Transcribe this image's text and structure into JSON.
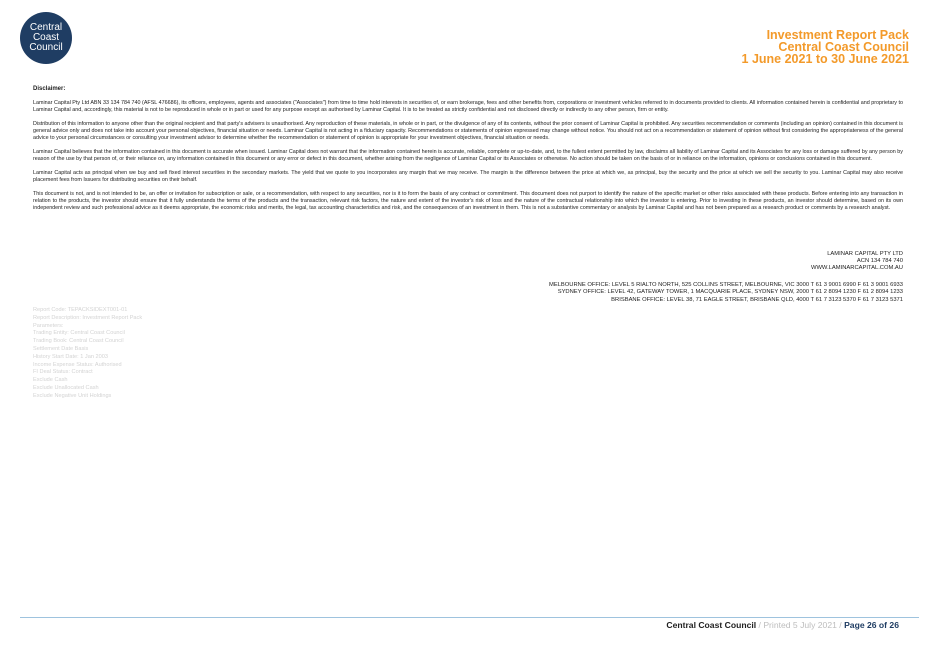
{
  "logo": {
    "line1": "Central",
    "line2": "Coast",
    "line3": "Council"
  },
  "header": {
    "title": "Investment Report Pack",
    "council": "Central Coast Council",
    "period": "1 June 2021 to 30 June 2021"
  },
  "disclaimer": {
    "title": "Disclaimer:",
    "paragraphs": [
      "Laminar Capital Pty Ltd ABN 33 134 784 740 (AFSL 476686), its officers, employees, agents and associates (\"Associates\") from time to time hold interests in securities of, or earn brokerage, fees and other benefits from, corporations or investment vehicles referred to in documents provided to clients. All information contained herein is confidential and proprietary to Laminar Capital and, accordingly, this material is not to be reproduced in whole or in part or used for any purpose except as authorised by Laminar Capital. It is to be treated as strictly confidential and not disclosed directly or indirectly to any other person, firm or entity.",
      "Distribution of this information to anyone other than the original recipient and that party's advisers is unauthorised. Any reproduction of these materials, in whole or in part, or the divulgence of any of its contents, without the prior consent of Laminar Capital is prohibited. Any securities recommendation or comments (including an opinion) contained in this document is general advice only and does not take into account your personal objectives, financial situation or needs. Laminar Capital is not acting in a fiduciary capacity. Recommendations or statements of opinion expressed may change without notice. You should not act on a recommendation or statement of opinion without first considering the appropriateness of the general advice to your personal circumstances or consulting your investment advisor to determine whether the recommendation or statement of opinion is appropriate for your investment objectives, financial situation or needs.",
      "Laminar Capital believes that the information contained in this document is accurate when issued. Laminar Capital does not warrant that the information contained herein is accurate, reliable, complete or up-to-date, and, to the fullest extent permitted by law, disclaims all liability of Laminar Capital and its Associates for any loss or damage suffered by any person by reason of the use by that person of, or their reliance on, any information contained in this document or any error or defect in this document, whether arising from the negligence of Laminar Capital or its Associates or otherwise. No action should be taken on the basis of or in reliance on the information, opinions or conclusions contained in this document.",
      "Laminar Capital acts as principal when we buy and sell fixed interest securities in the secondary markets. The yield that we quote to you incorporates any margin that we may receive. The margin is the difference between the price at which we, as principal, buy the security and the price at which we sell the security to you. Laminar Capital may also receive placement fees from Issuers for distributing securities on their behalf.",
      "This document is not, and is not intended to be, an offer or invitation for subscription or sale, or a recommendation, with respect to any securities, nor is it to form the basis of any contract or commitment. This document does not purport to identify the nature of the specific market or other risks associated with these products. Before entering into any transaction in relation to the products, the investor should ensure that it fully understands the terms of the products and the transaction, relevant risk factors, the nature and extent of the investor's risk of loss and the nature of the contractual relationship into which the investor is entering. Prior to investing in these products, an investor should determine, based on its own independent review and such professional advice as it deems appropriate, the economic risks and merits, the legal, tax accounting characteristics and risk, and the consequences of an investment in them. This is not a substantive commentary or analysis by Laminar Capital and has not been prepared as a research product or comments by a research analyst."
    ]
  },
  "company": {
    "name": "LAMINAR CAPITAL PTY LTD",
    "acn": "ACN 134 784 740",
    "website": "WWW.LAMINARCAPITAL.COM.AU"
  },
  "offices": [
    "MELBOURNE OFFICE: LEVEL 5 RIALTO NORTH, 525 COLLINS STREET, MELBOURNE, VIC 3000 T 61 3 9001 6990 F 61 3 9001 6933",
    "SYDNEY OFFICE: LEVEL 42, GATEWAY TOWER, 1 MACQUARIE PLACE, SYDNEY NSW, 2000 T 61 2 8094 1230 F 61 2 8094 1233",
    "BRISBANE OFFICE: LEVEL 38, 71 EAGLE STREET, BRISBANE QLD, 4000 T 61 7 3123 5370 F 61 7 3123 5371"
  ],
  "meta": [
    "Report Code: TEPACKSIDEXT001-01",
    "Report Description: Investment Report Pack",
    "Parameters:",
    "Trading Entity: Central Coast Council",
    "Trading Book: Central Coast Council",
    "Settlement Date Basis",
    "History Start Date: 1 Jan 2003",
    "Income Expense Status: Authorised",
    "FI Deal Status: Contract",
    "Exclude Cash",
    "Exclude Unallocated Cash",
    "Exclude Negative Unit Holdings"
  ],
  "footer": {
    "council": "Central Coast Council",
    "separator": " / ",
    "printed": "Printed 5 July 2021",
    "page": "Page 26 of 26"
  },
  "colors": {
    "accent": "#f39a2a",
    "logo_bg": "#1f3d63",
    "rule": "#9ec3de"
  }
}
